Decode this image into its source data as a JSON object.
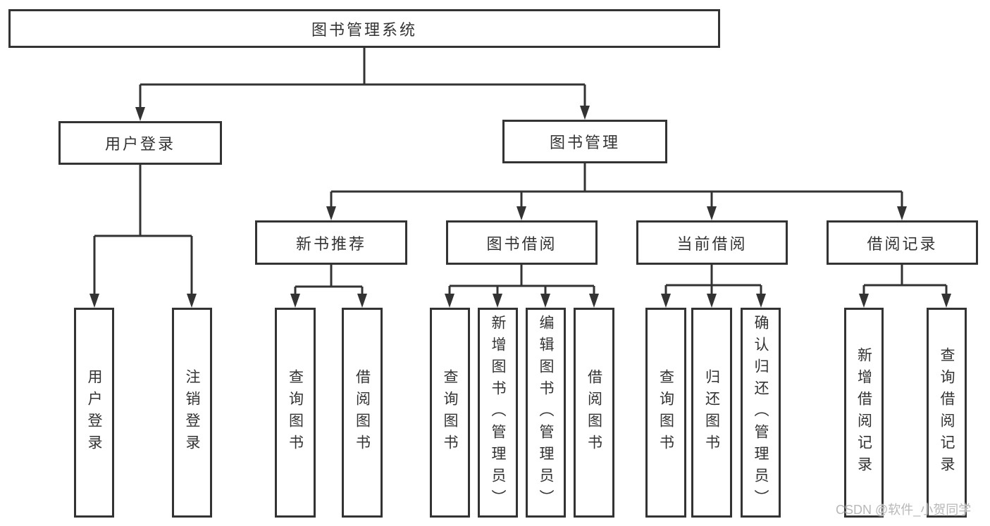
{
  "root": {
    "label": "图书管理系统"
  },
  "branches": [
    {
      "label": "用户登录"
    },
    {
      "label": "图书管理"
    }
  ],
  "sections": [
    {
      "label": "新书推荐"
    },
    {
      "label": "图书借阅"
    },
    {
      "label": "当前借阅"
    },
    {
      "label": "借阅记录"
    }
  ],
  "leaves": [
    {
      "label": "用户登录"
    },
    {
      "label": "注销登录"
    },
    {
      "label": "查询图书"
    },
    {
      "label": "借阅图书"
    },
    {
      "label": "查询图书"
    },
    {
      "label": "新增图书（管理员）"
    },
    {
      "label": "编辑图书（管理员）"
    },
    {
      "label": "借阅图书"
    },
    {
      "label": "查询图书"
    },
    {
      "label": "归还图书"
    },
    {
      "label": "确认归还（管理员）"
    },
    {
      "label": "新增借阅记录"
    },
    {
      "label": "查询借阅记录"
    }
  ],
  "watermark": "CSDN @软件_小贺同学",
  "colors": {
    "line": "#333333",
    "text": "#333333",
    "background": "#ffffff",
    "watermark": "#b8b8b8"
  }
}
